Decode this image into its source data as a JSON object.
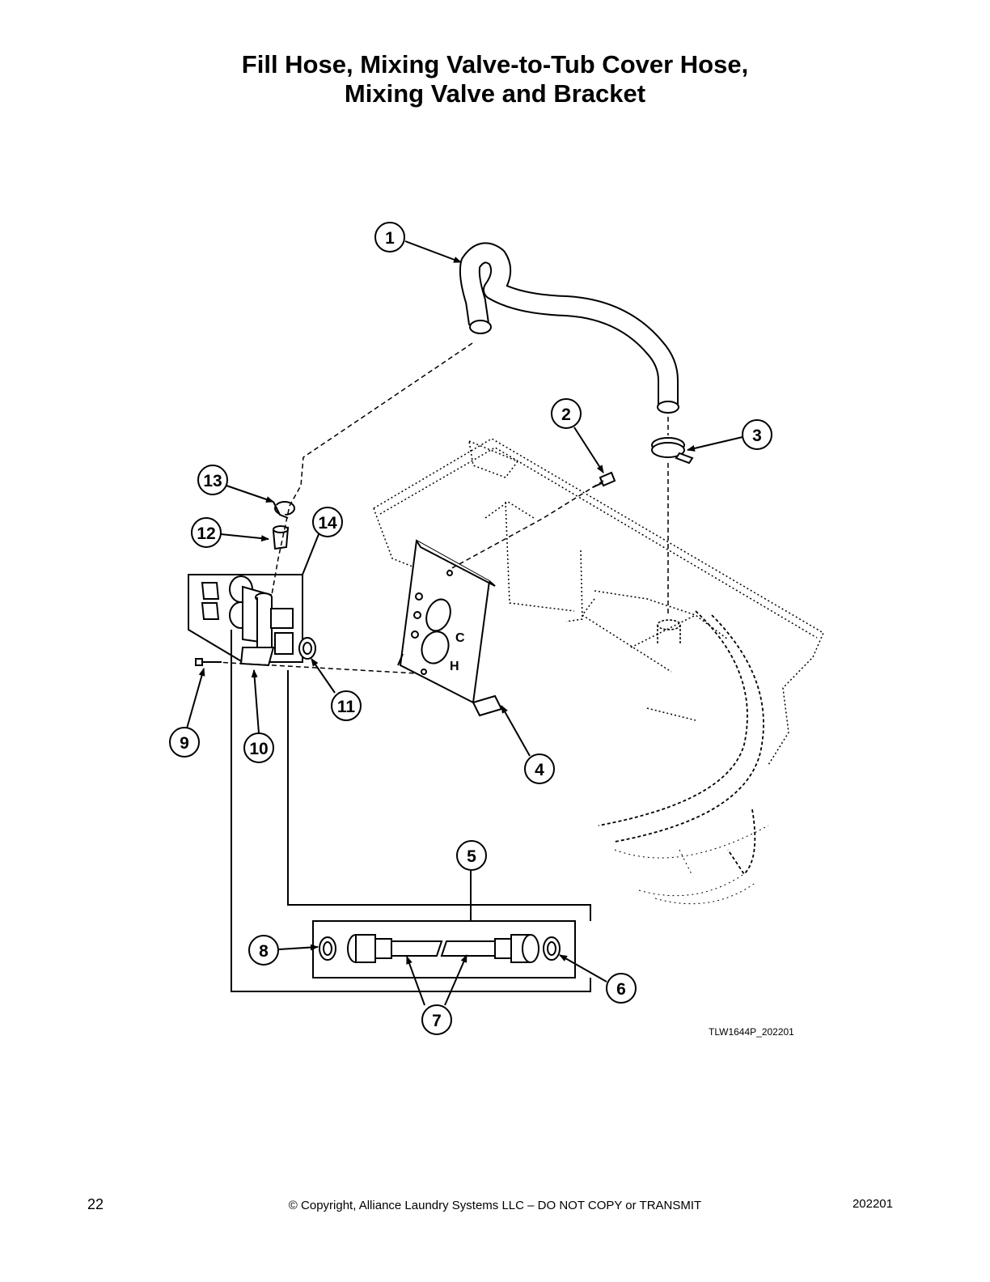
{
  "title": {
    "line1": "Fill Hose, Mixing Valve-to-Tub Cover Hose,",
    "line2": "Mixing Valve and Bracket"
  },
  "callouts": {
    "c1": "1",
    "c2": "2",
    "c3": "3",
    "c4": "4",
    "c5": "5",
    "c6": "6",
    "c7": "7",
    "c8": "8",
    "c9": "9",
    "c10": "10",
    "c11": "11",
    "c12": "12",
    "c13": "13",
    "c14": "14"
  },
  "bracket_markings": {
    "cold": "C",
    "hot": "H"
  },
  "figure_code": "TLW1644P_202201",
  "footer": {
    "page_number": "22",
    "copyright": "© Copyright, Alliance Laundry Systems LLC – DO NOT COPY or TRANSMIT",
    "doc_code": "202201"
  }
}
